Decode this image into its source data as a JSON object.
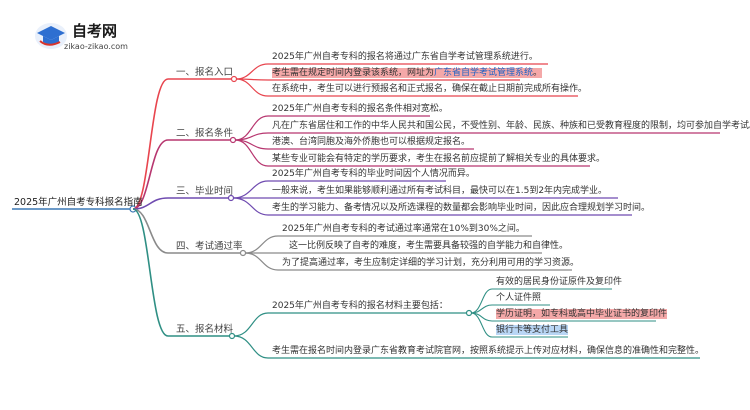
{
  "logo": {
    "title": "自考网",
    "subtitle": "zikao-zikao.com",
    "colors": {
      "cap": "#2e6fd1",
      "accent": "#d8342c"
    }
  },
  "root": "2025年广州自考专科报名指南",
  "branches": [
    {
      "id": "b1",
      "label": "一、报名入口",
      "color": "#e8454e",
      "items": [
        {
          "text": "2025年广州自考专科的报名将通过广东省自学考试管理系统进行。"
        },
        {
          "text_before": "考生需在规定时间内登录该系统，网址为",
          "link": "广东省自学考试管理系统",
          "text_after": "。",
          "highlight": true
        },
        {
          "text": "在系统中，考生可以进行预报名和正式报名，确保在截止日期前完成所有操作。"
        }
      ]
    },
    {
      "id": "b2",
      "label": "二、报名条件",
      "color": "#b7366f",
      "items": [
        {
          "text": "2025年广州自考专科的报名条件相对宽松。"
        },
        {
          "text": "凡在广东省居住和工作的中华人民共和国公民，不受性别、年龄、民族、种族和已受教育程度的限制，均可参加自学考试。"
        },
        {
          "text": "港澳、台湾同胞及海外侨胞也可以根据规定报名。"
        },
        {
          "text": "某些专业可能会有特定的学历要求，考生在报名前应提前了解相关专业的具体要求。"
        }
      ]
    },
    {
      "id": "b3",
      "label": "三、毕业时间",
      "color": "#6f4bb0",
      "items": [
        {
          "text": "2025年广州自考专科的毕业时间因个人情况而异。"
        },
        {
          "text": "一般来说，考生如果能够顺利通过所有考试科目，最快可以在1.5到2年内完成学业。"
        },
        {
          "text": "考生的学习能力、备考情况以及所选课程的数量都会影响毕业时间，因此应合理规划学习时间。"
        }
      ]
    },
    {
      "id": "b4",
      "label": "四、考试通过率",
      "color": "#8a8a8a",
      "items": [
        {
          "text": "2025年广州自考专科的考试通过率通常在10%到30%之间。"
        },
        {
          "text": "这一比例反映了自考的难度，考生需要具备较强的自学能力和自律性。"
        },
        {
          "text": "为了提高通过率，考生应制定详细的学习计划，充分利用可用的学习资源。"
        }
      ]
    },
    {
      "id": "b5",
      "label": "五、报名材料",
      "color": "#2f8f84",
      "items": [
        {
          "text": "2025年广州自考专科的报名材料主要包括：",
          "children": [
            {
              "text": "有效的居民身份证原件及复印件"
            },
            {
              "text": "个人证件照"
            },
            {
              "text": "学历证明，如专科或高中毕业证书的复印件",
              "highlight": true
            },
            {
              "text": "银行卡等支付工具",
              "highlight_blue": true
            }
          ]
        },
        {
          "text": "考生需在报名时间内登录广东省教育考试院官网，按照系统提示上传对应材料，确保信息的准确性和完整性。"
        }
      ]
    }
  ]
}
